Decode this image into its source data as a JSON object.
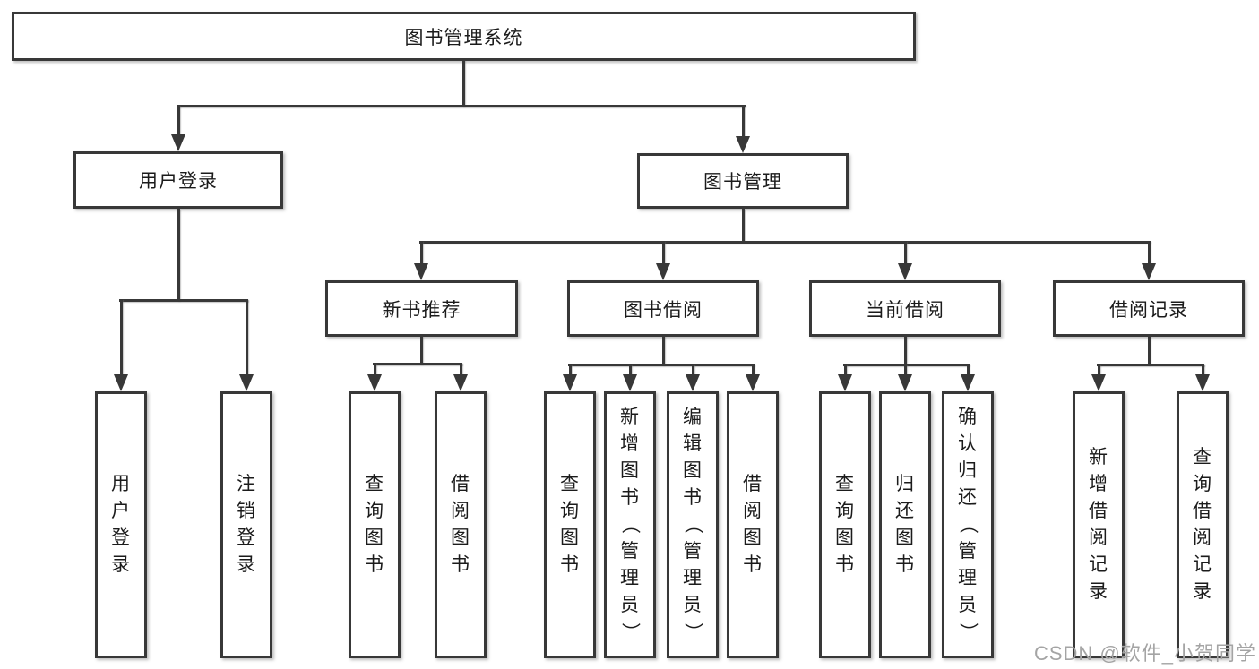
{
  "diagram": {
    "type": "hierarchy-chart",
    "colors": {
      "line": "#383838",
      "box_border": "#383838",
      "background": "#ffffff",
      "text": "#1b1b1b",
      "watermark": "#a4a4a4"
    },
    "tree": {
      "label": "图书管理系统",
      "children": [
        {
          "label": "用户登录",
          "children": [
            {
              "label": "用户登录"
            },
            {
              "label": "注销登录"
            }
          ]
        },
        {
          "label": "图书管理",
          "children": [
            {
              "label": "新书推荐",
              "children": [
                {
                  "label": "查询图书"
                },
                {
                  "label": "借阅图书"
                }
              ]
            },
            {
              "label": "图书借阅",
              "children": [
                {
                  "label": "查询图书"
                },
                {
                  "label": "新增图书（管理员）"
                },
                {
                  "label": "编辑图书（管理员）"
                },
                {
                  "label": "借阅图书"
                }
              ]
            },
            {
              "label": "当前借阅",
              "children": [
                {
                  "label": "查询图书"
                },
                {
                  "label": "归还图书"
                },
                {
                  "label": "确认归还（管理员）"
                }
              ]
            },
            {
              "label": "借阅记录",
              "children": [
                {
                  "label": "新增借阅记录"
                },
                {
                  "label": "查询借阅记录"
                }
              ]
            }
          ]
        }
      ]
    },
    "watermark": {
      "text": "CSDN @软件_小贺同学"
    }
  }
}
